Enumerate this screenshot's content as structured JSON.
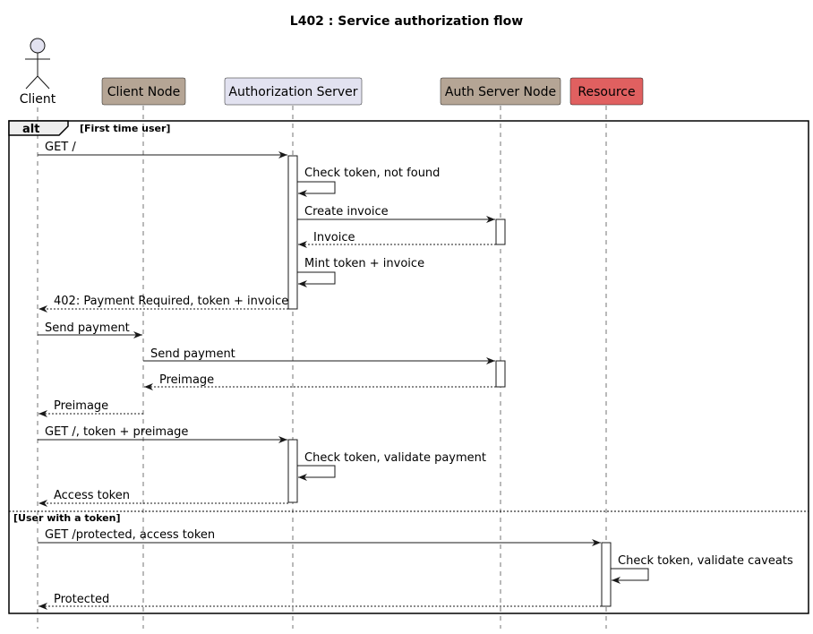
{
  "diagram": {
    "title": "L402 : Service authorization flow",
    "participants": [
      {
        "id": "client",
        "label": "Client",
        "kind": "actor"
      },
      {
        "id": "client_node",
        "label": "Client Node",
        "kind": "box",
        "color": "#B5A595"
      },
      {
        "id": "auth_server",
        "label": "Authorization Server",
        "kind": "box",
        "color": "#E2E2F0"
      },
      {
        "id": "auth_node",
        "label": "Auth Server Node",
        "kind": "box",
        "color": "#B5A595"
      },
      {
        "id": "resource",
        "label": "Resource",
        "kind": "box",
        "color": "#E06060"
      }
    ],
    "alt": {
      "keyword": "alt",
      "guard1": "[First time user]",
      "guard2": "[User with a token]"
    },
    "messages": [
      {
        "from": "client",
        "to": "auth_server",
        "label": "GET /",
        "style": "solid"
      },
      {
        "from": "auth_server",
        "to": "auth_server",
        "label": "Check token, not found",
        "style": "self"
      },
      {
        "from": "auth_server",
        "to": "auth_node",
        "label": "Create invoice",
        "style": "solid"
      },
      {
        "from": "auth_node",
        "to": "auth_server",
        "label": "Invoice",
        "style": "dashed"
      },
      {
        "from": "auth_server",
        "to": "auth_server",
        "label": "Mint token + invoice",
        "style": "self"
      },
      {
        "from": "auth_server",
        "to": "client",
        "label": "402: Payment Required, token + invoice",
        "style": "dashed"
      },
      {
        "from": "client",
        "to": "client_node",
        "label": "Send payment",
        "style": "solid"
      },
      {
        "from": "client_node",
        "to": "auth_node",
        "label": "Send payment",
        "style": "solid"
      },
      {
        "from": "auth_node",
        "to": "client_node",
        "label": "Preimage",
        "style": "dashed"
      },
      {
        "from": "client_node",
        "to": "client",
        "label": "Preimage",
        "style": "dashed"
      },
      {
        "from": "client",
        "to": "auth_server",
        "label": "GET /, token + preimage",
        "style": "solid"
      },
      {
        "from": "auth_server",
        "to": "auth_server",
        "label": "Check token, validate payment",
        "style": "self"
      },
      {
        "from": "auth_server",
        "to": "client",
        "label": "Access token",
        "style": "dashed"
      },
      {
        "from": "client",
        "to": "resource",
        "label": "GET /protected, access token",
        "style": "solid"
      },
      {
        "from": "resource",
        "to": "resource",
        "label": "Check token, validate caveats",
        "style": "self"
      },
      {
        "from": "resource",
        "to": "client",
        "label": "Protected",
        "style": "dashed"
      }
    ]
  }
}
